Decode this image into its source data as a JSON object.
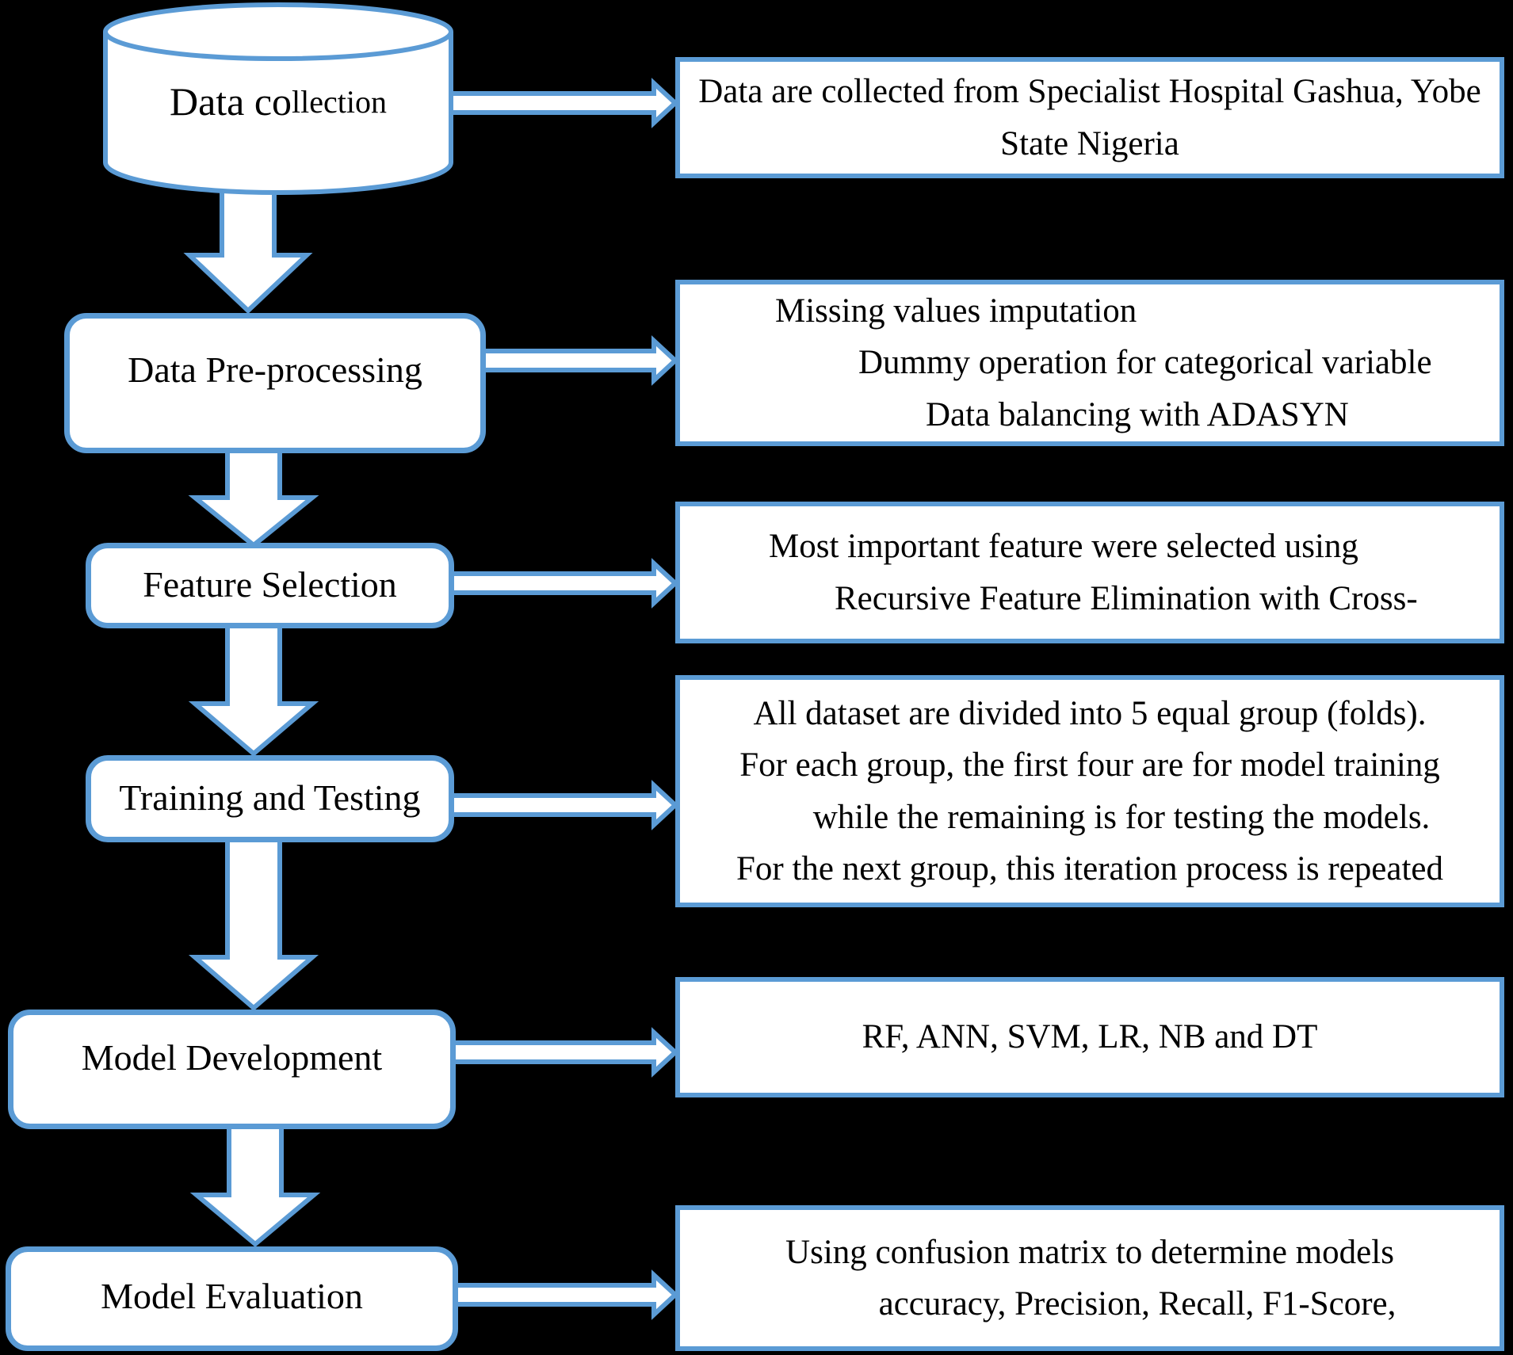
{
  "colors": {
    "accent": "#5b9bd5",
    "background": "#000000",
    "box_fill": "#ffffff",
    "text": "#000000"
  },
  "steps": [
    {
      "label": "Data collection",
      "label_part_large": "Data co",
      "label_part_small": "llection",
      "shape": "cylinder"
    },
    {
      "label": "Data Pre-processing"
    },
    {
      "label": "Feature Selection"
    },
    {
      "label": "Training and Testing"
    },
    {
      "label": "Model Development"
    },
    {
      "label": "Model Evaluation"
    }
  ],
  "notes": [
    {
      "lines": [
        "Data are collected from Specialist Hospital Gashua, Yobe",
        "State Nigeria"
      ]
    },
    {
      "lines": [
        "Missing values imputation",
        "Dummy operation for categorical variable",
        "Data balancing with ADASYN"
      ]
    },
    {
      "lines": [
        "Most important feature were selected using",
        "Recursive Feature Elimination with Cross-"
      ]
    },
    {
      "lines": [
        "All dataset are divided into 5 equal group (folds).",
        "For each group, the first four are for model training",
        "while the remaining is for testing the models.",
        "For the next group, this iteration process is repeated"
      ]
    },
    {
      "lines": [
        "RF, ANN, SVM, LR, NB and DT"
      ]
    },
    {
      "lines": [
        "Using confusion matrix to determine models",
        "accuracy, Precision, Recall, F1-Score,"
      ]
    }
  ]
}
